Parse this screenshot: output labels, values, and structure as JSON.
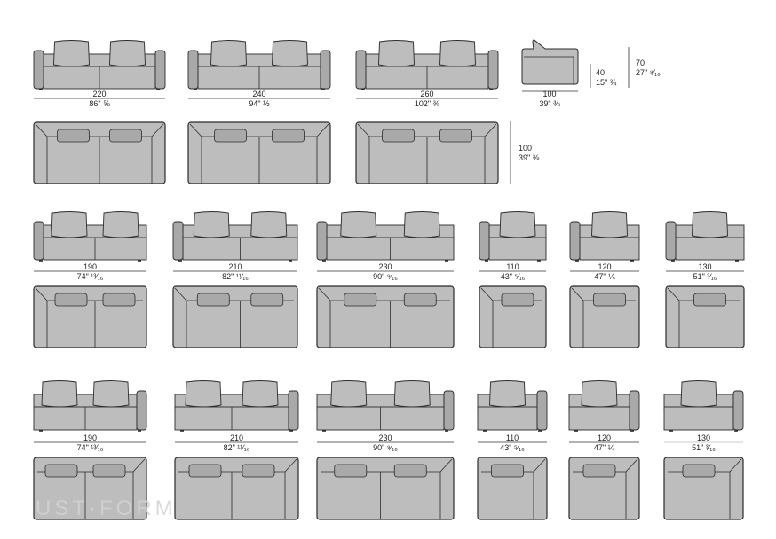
{
  "watermark": "UST·FORM",
  "colors": {
    "fabric": "#bdbdbd",
    "fabric_dark": "#a9a9a9",
    "outline": "#2b2b2b",
    "dim_line": "#333333",
    "dim_line_light": "#bbbbbb"
  },
  "rows": [
    {
      "id": "row-1",
      "items": [
        {
          "metric": "220",
          "imperial": "86\" ⅝",
          "type": "sofa2",
          "arms": "both"
        },
        {
          "metric": "240",
          "imperial": "94\" ½",
          "type": "sofa2",
          "arms": "both"
        },
        {
          "metric": "260",
          "imperial": "102\" ⅜",
          "type": "sofa2",
          "arms": "both"
        }
      ]
    },
    {
      "id": "row-2",
      "items": [
        {
          "metric": "190",
          "imperial": "74\" ¹³⁄₁₆",
          "type": "sofa2",
          "arms": "left"
        },
        {
          "metric": "210",
          "imperial": "82\" ¹¹⁄₁₆",
          "type": "sofa2",
          "arms": "left"
        },
        {
          "metric": "230",
          "imperial": "90\" ⁹⁄₁₆",
          "type": "sofa2",
          "arms": "left"
        },
        {
          "metric": "110",
          "imperial": "43\" ⁵⁄₁₆",
          "type": "sofa1",
          "arms": "left"
        },
        {
          "metric": "120",
          "imperial": "47\" ¼",
          "type": "sofa1",
          "arms": "left"
        },
        {
          "metric": "130",
          "imperial": "51\" ³⁄₁₆",
          "type": "sofa1",
          "arms": "left"
        }
      ]
    },
    {
      "id": "row-3",
      "items": [
        {
          "metric": "190",
          "imperial": "74\" ¹³⁄₁₆",
          "type": "sofa2",
          "arms": "right"
        },
        {
          "metric": "210",
          "imperial": "82\" ¹¹⁄₁₆",
          "type": "sofa2",
          "arms": "right"
        },
        {
          "metric": "230",
          "imperial": "90\" ⁹⁄₁₆",
          "type": "sofa2",
          "arms": "right"
        },
        {
          "metric": "110",
          "imperial": "43\" ⁵⁄₁₆",
          "type": "sofa1",
          "arms": "right"
        },
        {
          "metric": "120",
          "imperial": "47\" ¼",
          "type": "sofa1",
          "arms": "right"
        },
        {
          "metric": "130",
          "imperial": "51\" ³⁄₁₆",
          "type": "sofa1",
          "arms": "right"
        }
      ]
    }
  ],
  "side_view": {
    "depth_metric": "100",
    "depth_imperial": "39\" ⅜",
    "seat_height_metric": "40",
    "seat_height_imperial": "15\" ¾",
    "total_height_metric": "70",
    "total_height_imperial": "27\" ⁹⁄₁₆"
  },
  "plan_depth": {
    "metric": "100",
    "imperial": "39\" ⅜"
  }
}
